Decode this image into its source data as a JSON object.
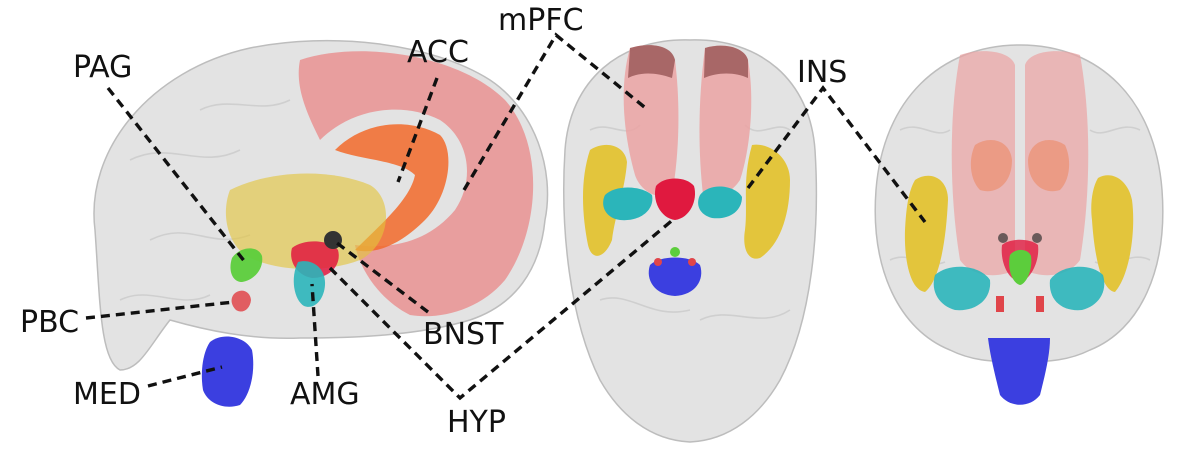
{
  "labels": {
    "pag": "PAG",
    "acc": "ACC",
    "mpfc": "mPFC",
    "ins": "INS",
    "pbc": "PBC",
    "bnst": "BNST",
    "med": "MED",
    "amg": "AMG",
    "hyp": "HYP"
  },
  "colors": {
    "acc": "#e98f8f",
    "acc_core": "#f26a2a",
    "mpfc": "#eba3a3",
    "mpfc_dark": "#9c5a5a",
    "ins": "#e3c53c",
    "amg": "#2bb5ba",
    "hyp": "#e0193f",
    "bnst": "#333333",
    "pag": "#5ccd3c",
    "pbc": "#e0454a",
    "med": "#3b3fe0",
    "brain": "#e3e3e3"
  }
}
